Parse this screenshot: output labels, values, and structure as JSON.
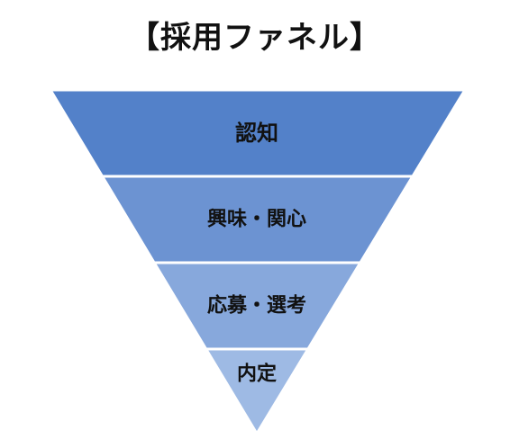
{
  "title": "【採用ファネル】",
  "funnel": {
    "stages": [
      {
        "label": "認知",
        "color": "#5381c9"
      },
      {
        "label": "興味・関心",
        "color": "#6c93d2"
      },
      {
        "label": "応募・選考",
        "color": "#87a8dc"
      },
      {
        "label": "内定",
        "color": "#9ebae4"
      }
    ],
    "separator_color": "#ffffff"
  }
}
